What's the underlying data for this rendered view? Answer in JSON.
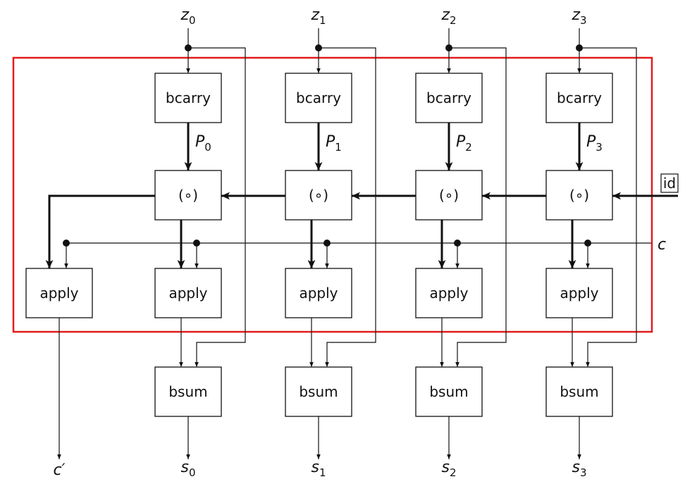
{
  "diagram": {
    "frame_color": "#e31b1b",
    "inputs": [
      {
        "var": "z",
        "sub": "0"
      },
      {
        "var": "z",
        "sub": "1"
      },
      {
        "var": "z",
        "sub": "2"
      },
      {
        "var": "z",
        "sub": "3"
      }
    ],
    "outputs": [
      {
        "var": "s",
        "sub": "0"
      },
      {
        "var": "s",
        "sub": "1"
      },
      {
        "var": "s",
        "sub": "2"
      },
      {
        "var": "s",
        "sub": "3"
      }
    ],
    "propagates": [
      {
        "var": "P",
        "sub": "0"
      },
      {
        "var": "P",
        "sub": "1"
      },
      {
        "var": "P",
        "sub": "2"
      },
      {
        "var": "P",
        "sub": "3"
      }
    ],
    "labels": {
      "bcarry": "bcarry",
      "compose": "(∘)",
      "apply": "apply",
      "bsum": "bsum",
      "identity": "id",
      "carry_in": "c",
      "carry_out": "c′"
    }
  }
}
